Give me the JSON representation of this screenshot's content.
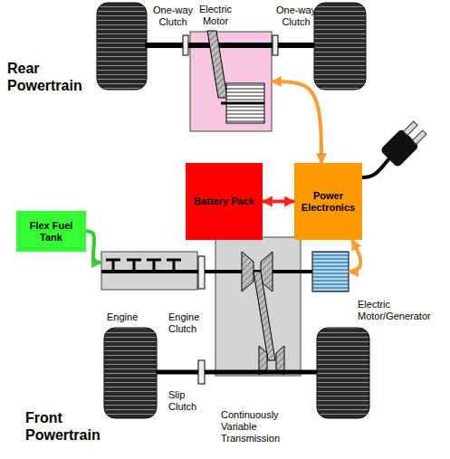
{
  "diagram": {
    "nodes": [
      {
        "text": [
          "Electric Motor"
        ]
      },
      {
        "text": [
          "Battery Pack"
        ]
      },
      {
        "text": [
          "Power Electronics"
        ]
      },
      {
        "text": [
          "Flex Fuel Tank"
        ]
      },
      {
        "text": [
          "Engine"
        ]
      },
      {
        "text": [
          "Continuously Variable Transmission"
        ]
      },
      {
        "text": [
          "Electric Motor/Generator"
        ]
      }
    ],
    "edges": [
      {
        "from": 1,
        "to": 2,
        "arrow": "both"
      },
      {
        "from": 2,
        "to": 0,
        "arrow": "both"
      },
      {
        "from": 2,
        "to": 6,
        "arrow": "both"
      },
      {
        "from": 3,
        "to": 4,
        "arrow": "to"
      }
    ],
    "labels": [
      "One-way Clutch",
      "One-way Clutch",
      "Rear Powertrain",
      "Engine Clutch",
      "Slip Clutch",
      "Front Powertrain"
    ]
  }
}
